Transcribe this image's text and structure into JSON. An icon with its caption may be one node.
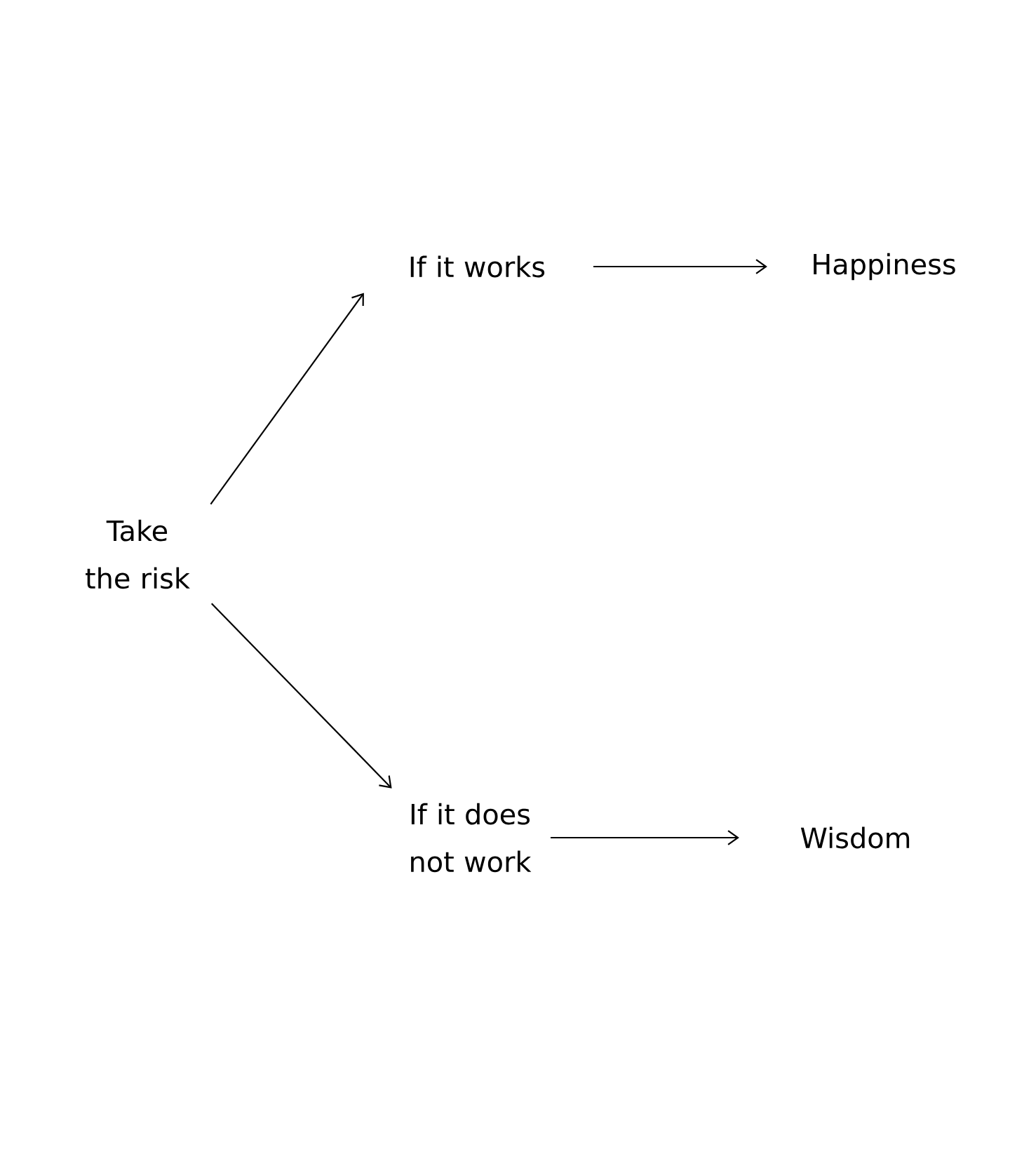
{
  "diagram": {
    "nodes": [
      {
        "text": [
          "Take the risk"
        ]
      },
      {
        "text": [
          "If it works"
        ]
      },
      {
        "text": [
          "Happiness"
        ]
      },
      {
        "text": [
          "If it does not work"
        ]
      },
      {
        "text": [
          "Wisdom"
        ]
      }
    ],
    "edges": [
      {
        "from": 0,
        "to": 1,
        "arrow": "to"
      },
      {
        "from": 1,
        "to": 2,
        "arrow": "to"
      },
      {
        "from": 0,
        "to": 3,
        "arrow": "to"
      },
      {
        "from": 3,
        "to": 4,
        "arrow": "to"
      }
    ]
  }
}
